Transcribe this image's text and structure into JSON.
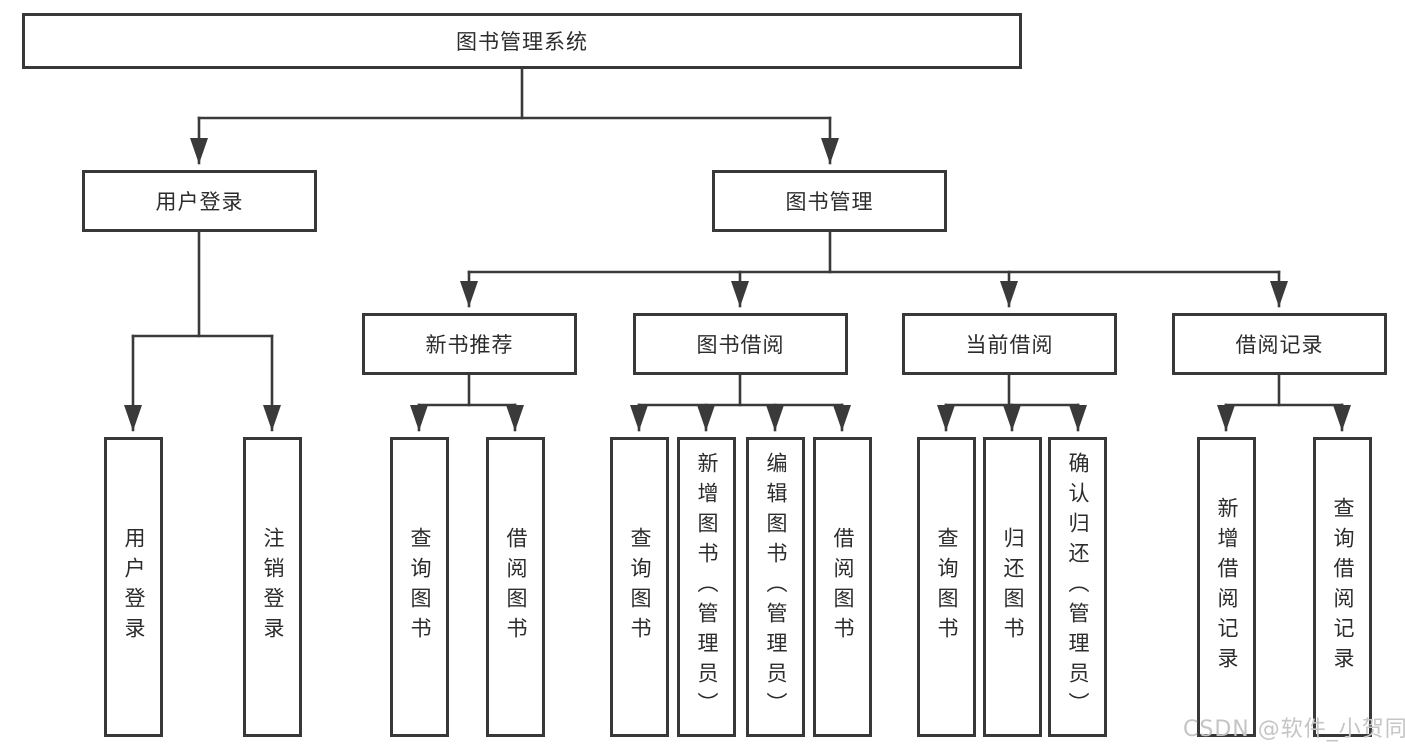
{
  "diagram": {
    "title": "图书管理系统",
    "root": {
      "label": "图书管理系统"
    },
    "branches": [
      {
        "label": "用户登录"
      },
      {
        "label": "图书管理"
      }
    ],
    "modules": [
      {
        "label": "新书推荐",
        "parent": "图书管理"
      },
      {
        "label": "图书借阅",
        "parent": "图书管理"
      },
      {
        "label": "当前借阅",
        "parent": "图书管理"
      },
      {
        "label": "借阅记录",
        "parent": "图书管理"
      }
    ],
    "functions": [
      {
        "label": "用户登录",
        "parent": "用户登录"
      },
      {
        "label": "注销登录",
        "parent": "用户登录"
      },
      {
        "label": "查询图书",
        "parent": "新书推荐"
      },
      {
        "label": "借阅图书",
        "parent": "新书推荐"
      },
      {
        "label": "查询图书",
        "parent": "图书借阅"
      },
      {
        "label": "新增图书（管理员）",
        "parent": "图书借阅"
      },
      {
        "label": "编辑图书（管理员）",
        "parent": "图书借阅"
      },
      {
        "label": "借阅图书",
        "parent": "图书借阅"
      },
      {
        "label": "查询图书",
        "parent": "当前借阅"
      },
      {
        "label": "归还图书",
        "parent": "当前借阅"
      },
      {
        "label": "确认归还（管理员）",
        "parent": "当前借阅"
      },
      {
        "label": "新增借阅记录",
        "parent": "借阅记录"
      },
      {
        "label": "查询借阅记录",
        "parent": "借阅记录"
      }
    ]
  },
  "watermark": {
    "text": "CSDN @软件_小贺同学"
  },
  "colors": {
    "line": "#3a3a3a",
    "box_border": "#383838",
    "text": "#2c2c2c",
    "watermark": "#c5c5c5",
    "background": "#ffffff"
  }
}
